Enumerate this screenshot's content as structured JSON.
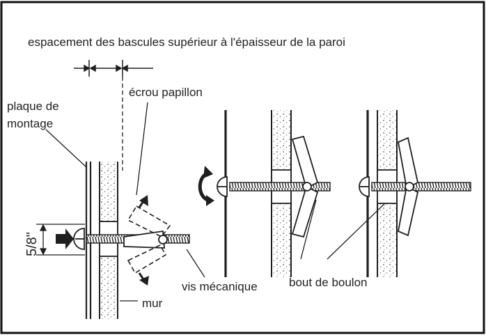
{
  "labels": {
    "spacing_note": "espacement des bascules supérieur à l'épaisseur de la paroi",
    "wing_nut": "écrou papillon",
    "mounting_plate_line1": "plaque de",
    "mounting_plate_line2": "montage",
    "dimension": "5/8\"",
    "machine_screw": "vis mécanique",
    "wall": "mur",
    "bolt_end": "bout de boulon"
  },
  "colors": {
    "line": "#1f1f1f",
    "background": "#ffffff",
    "frame": "#111111"
  },
  "icons": [
    "push-arrow-icon",
    "rotate-arrow-icon",
    "spread-arrow-icon"
  ]
}
